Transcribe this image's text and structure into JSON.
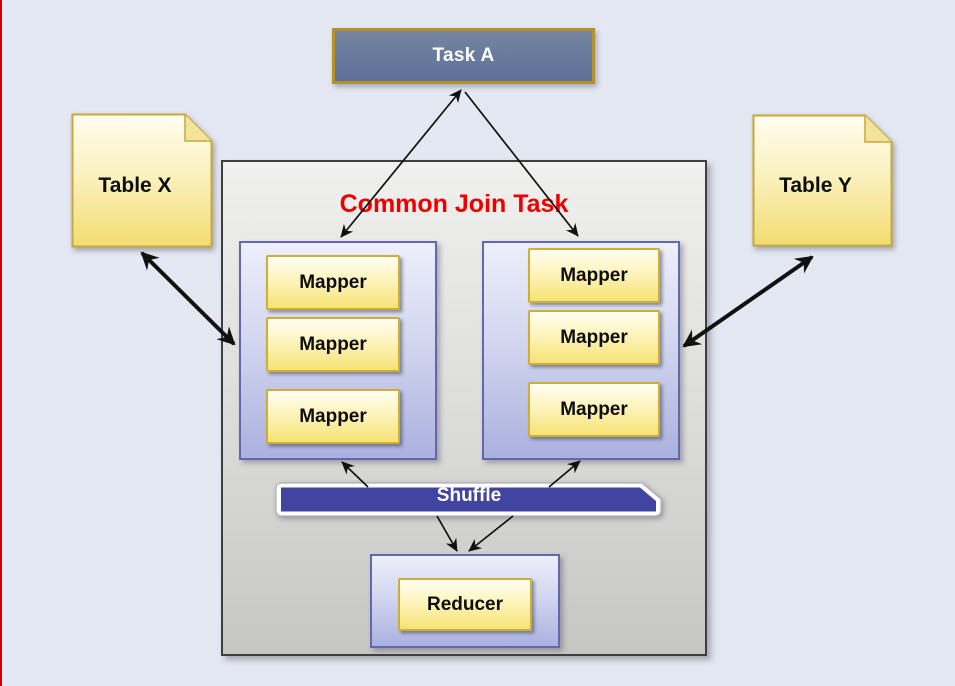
{
  "diagram": {
    "title": "Common Join Task",
    "nodes": {
      "task_a": {
        "label": "Task A"
      },
      "table_x": {
        "label": "Table X"
      },
      "table_y": {
        "label": "Table Y"
      },
      "left_mapper_group": {
        "mappers": [
          "Mapper",
          "Mapper",
          "Mapper"
        ]
      },
      "right_mapper_group": {
        "mappers": [
          "Mapper",
          "Mapper",
          "Mapper"
        ]
      },
      "shuffle": {
        "label": "Shuffle"
      },
      "reducer": {
        "label": "Reducer"
      }
    },
    "edges": [
      {
        "from": "task_a",
        "to": "left_mapper_group",
        "style": "thin",
        "arrowheads": "both"
      },
      {
        "from": "task_a",
        "to": "right_mapper_group",
        "style": "thin",
        "arrowheads": "end"
      },
      {
        "from": "table_x",
        "to": "left_mapper_group",
        "style": "thick",
        "arrowheads": "both"
      },
      {
        "from": "table_y",
        "to": "right_mapper_group",
        "style": "thick",
        "arrowheads": "both"
      },
      {
        "from": "shuffle",
        "to": "left_mapper_group",
        "style": "thin",
        "arrowheads": "end"
      },
      {
        "from": "shuffle",
        "to": "right_mapper_group",
        "style": "thin",
        "arrowheads": "end"
      },
      {
        "from": "shuffle",
        "to": "reducer",
        "style": "thin",
        "arrowheads": "end",
        "lines": 2
      }
    ],
    "colors": {
      "background": "#e4e8f2",
      "left_edge_line": "#d00000",
      "task_fill": "#687a9d",
      "task_border": "#b3922e",
      "title_text": "#ee0000",
      "container_border": "#3f3f3f",
      "container_fill_top": "#f0f0ef",
      "container_fill_bottom": "#c6c6c4",
      "group_border": "#6267ae",
      "group_fill_bottom": "#abb1df",
      "yellow_fill": "#f6e375",
      "yellow_border": "#cfae38",
      "shuffle_fill": "#4145a0",
      "arrow": "#111111"
    }
  }
}
